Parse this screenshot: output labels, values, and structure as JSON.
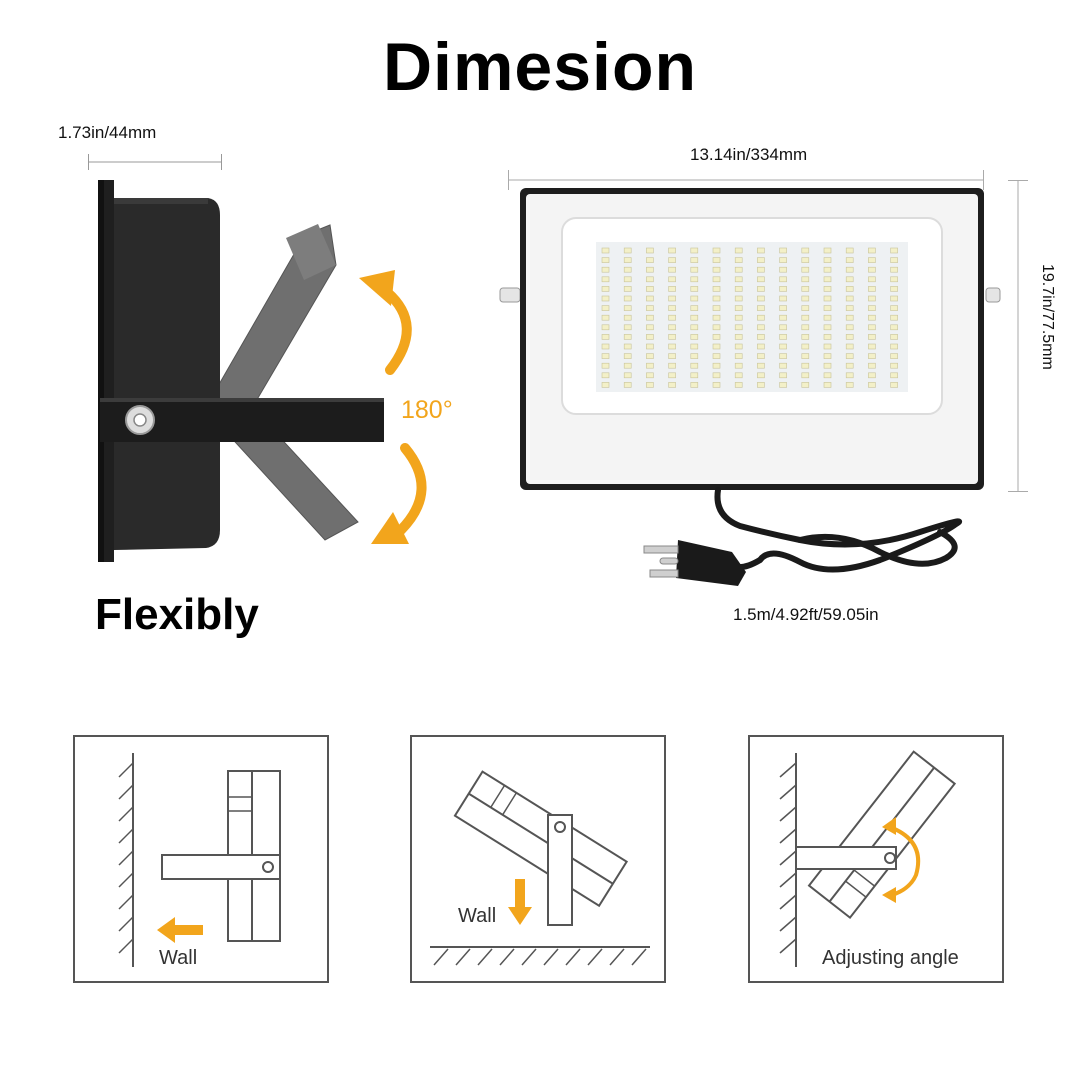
{
  "title": "Dimesion",
  "side_view": {
    "depth_label": "1.73in/44mm",
    "angle_label": "180°",
    "caption": "Flexibly"
  },
  "front_view": {
    "width_label": "13.14in/334mm",
    "height_label": "19.7in/77.5mm",
    "cord_label": "1.5m/4.92ft/59.05in"
  },
  "panels": [
    {
      "label": "Wall"
    },
    {
      "label": "Wall"
    },
    {
      "label": "Adjusting angle"
    }
  ],
  "colors": {
    "accent_orange": "#f2a51c",
    "housing_black": "#262626",
    "bracket_gray": "#6e6e6e",
    "line_art": "#555555"
  },
  "icons": [
    "rotate-up-arrow-icon",
    "rotate-down-arrow-icon",
    "arrow-left-icon",
    "arrow-down-icon",
    "rotate-both-arrow-icon"
  ]
}
